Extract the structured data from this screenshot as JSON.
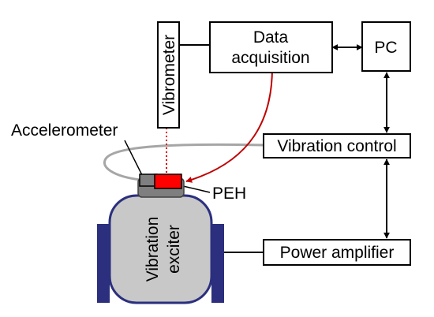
{
  "blocks": {
    "vibrometer": "Vibrometer",
    "data_acquisition_line1": "Data",
    "data_acquisition_line2": "acquisition",
    "pc": "PC",
    "vibration_control": "Vibration control",
    "power_amplifier": "Power amplifier"
  },
  "labels": {
    "accelerometer": "Accelerometer",
    "peh": "PEH",
    "exciter_line1": "Vibration",
    "exciter_line2": "exciter"
  },
  "colors": {
    "peh": "#ff0000",
    "laser_beam": "#e00000",
    "peh_cable": "#c00000",
    "exciter_frame": "#2b2f7e",
    "exciter_body": "#c8c8c8",
    "accelerometer_cable": "#a6a6a6",
    "mount": "#7f7f7f"
  }
}
